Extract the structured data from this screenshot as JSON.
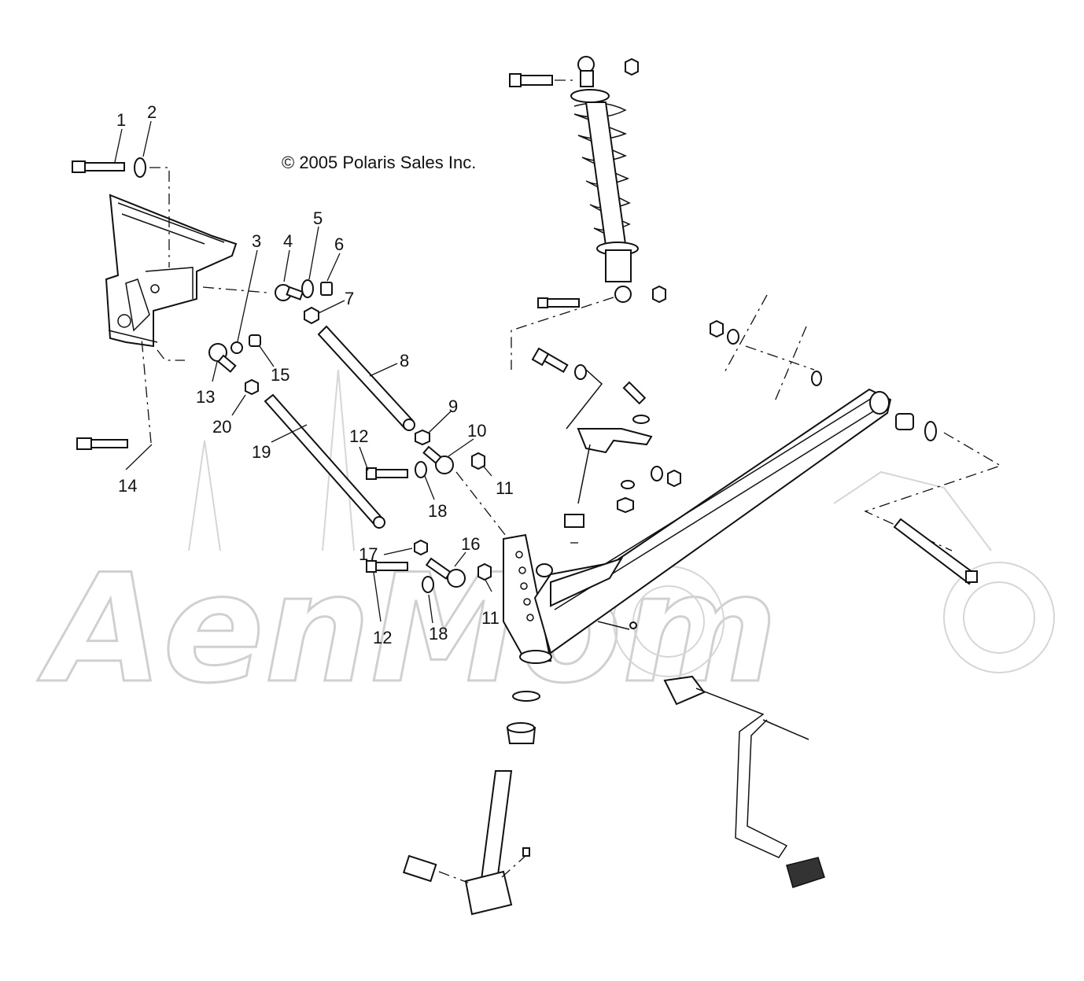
{
  "copyright": "© 2005 Polaris Sales Inc.",
  "watermark": "AenMom",
  "callouts": [
    "1",
    "2",
    "3",
    "4",
    "5",
    "6",
    "7",
    "8",
    "9",
    "10",
    "11",
    "12",
    "13",
    "14",
    "15",
    "16",
    "17",
    "18",
    "19",
    "20",
    "11",
    "12",
    "18"
  ]
}
